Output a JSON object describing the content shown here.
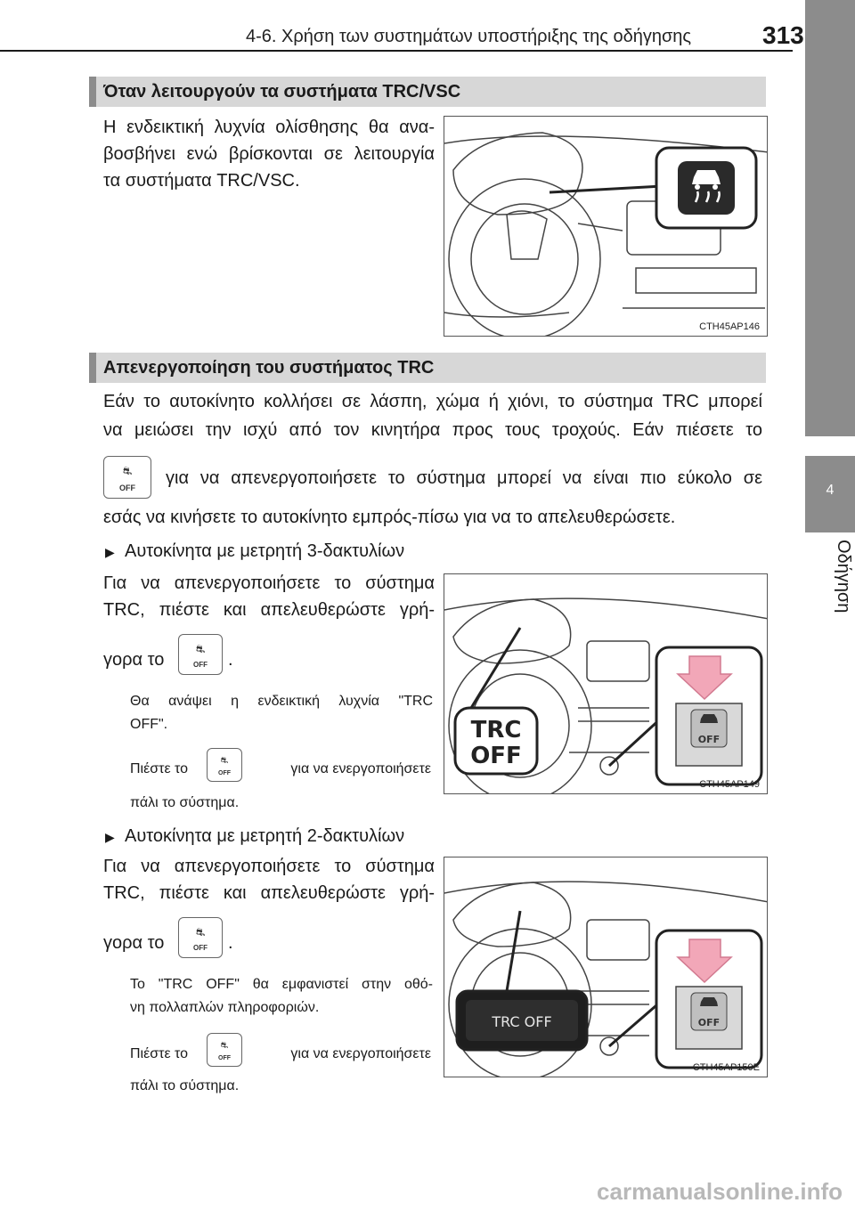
{
  "header": {
    "section_title": "4-6. Χρήση των συστημάτων υποστήριξης της οδήγησης",
    "page_number": "313"
  },
  "side_tab": {
    "chapter_number": "4",
    "chapter_label": "Οδήγηση"
  },
  "section1": {
    "heading": "Όταν λειτουργούν τα συστήματα TRC/VSC",
    "para_lines": [
      "Η ενδεικτική λυχνία ολίσθησης θα ανα-",
      "βοσβήνει ενώ βρίσκονται σε λειτουργία",
      "τα συστήματα TRC/VSC."
    ],
    "figure_code": "CTH45AP146"
  },
  "section2": {
    "heading": "Απενεργοποίηση του συστήματος TRC",
    "intro_line1": "Εάν το αυτοκίνητο κολλήσει σε λάσπη, χώμα ή χιόνι, το σύστημα TRC μπορεί",
    "intro_line2": "να μειώσει την ισχύ από τον κινητήρα προς τους τροχούς. Εάν πιέσετε το",
    "intro_line3": "για να απενεργοποιήσετε το σύστημα μπορεί να είναι πιο εύκολο σε",
    "intro_line4": "εσάς να κινήσετε το αυτοκίνητο εμπρός-πίσω για να το απελευθερώσετε.",
    "switch_label": "OFF",
    "variant1": {
      "title": "Αυτοκίνητα με μετρητή 3-δακτυλίων",
      "line1": "Για να απενεργοποιήσετε το σύστημα",
      "line2": "TRC, πιέστε και απελευθερώστε γρή-",
      "line3_before": "γορα το",
      "line3_after": ".",
      "note1_line1": "Θα ανάψει η ενδεικτική λυχνία \"TRC",
      "note1_line2": "OFF\".",
      "note2_before": "Πιέστε το",
      "note2_after": "για να ενεργοποιήσετε",
      "note2_line2": "πάλι το σύστημα.",
      "callout_line1": "TRC",
      "callout_line2": "OFF",
      "figure_code": "CTH45AP149"
    },
    "variant2": {
      "title": "Αυτοκίνητα με μετρητή 2-δακτυλίων",
      "line1": "Για να απενεργοποιήσετε το σύστημα",
      "line2": "TRC, πιέστε και απελευθερώστε γρή-",
      "line3_before": "γορα το",
      "line3_after": ".",
      "note1_line1": "Το \"TRC OFF\" θα εμφανιστεί στην οθό-",
      "note1_line2": "νη πολλαπλών πληροφοριών.",
      "note2_before": "Πιέστε το",
      "note2_after": "για να ενεργοποιήσετε",
      "note2_line2": "πάλι το σύστημα.",
      "display_text": "TRC OFF",
      "figure_code": "CTH45AP150E"
    }
  },
  "footer": {
    "watermark": "carmanualsonline.info"
  },
  "colors": {
    "tab_gray": "#8c8c8c",
    "bar_gray": "#d7d7d7",
    "arrow_pink": "#f2a7b8"
  }
}
